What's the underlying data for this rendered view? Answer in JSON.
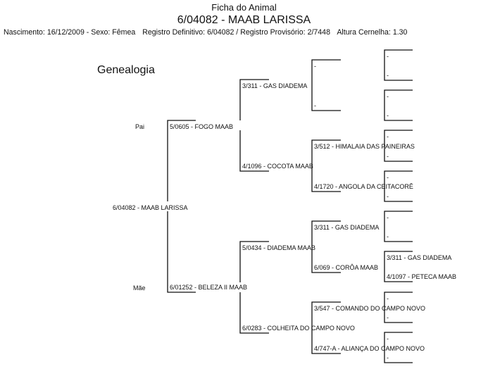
{
  "header": {
    "title": "Ficha do Animal",
    "animal": "6/04082 - MAAB LARISSA",
    "birth": "Nascimento: 16/12/2009 - Sexo: Fêmea",
    "registry": "Registro Definitivo: 6/04082 / Registro Provisório: 2/7448",
    "height": "Altura Cernelha: 1.30"
  },
  "genealogy": {
    "heading": "Genealogia",
    "subject": "6/04082 - MAAB LARISSA",
    "sire_label": "Pai",
    "dam_label": "Mãe",
    "sire": "5/0605 - FOGO MAAB",
    "dam": "6/01252 - BELEZA II MAAB",
    "gen2": [
      "3/311 - GAS DIADEMA",
      "4/1096 - COCOTA MAAB",
      "5/0434 - DIADEMA MAAB",
      "6/0283 - COLHEITA DO CAMPO NOVO"
    ],
    "gen3": [
      "-",
      "-",
      "3/512 - HIMALAIA DAS PAINEIRAS",
      "4/1720 - ANGOLA DA CEITACORÊ",
      "3/311 - GAS DIADEMA",
      "6/069 - CORÔA MAAB",
      "3/547 - COMANDO DO CAMPO NOVO",
      "4/747-A - ALIANÇA DO CAMPO NOVO"
    ],
    "gen4": [
      "-",
      "-",
      "-",
      "-",
      "-",
      "-",
      "-",
      "-",
      "-",
      "-",
      "3/311 - GAS DIADEMA",
      "4/1097 - PETECA MAAB",
      "-",
      "-",
      "-",
      "-"
    ]
  }
}
